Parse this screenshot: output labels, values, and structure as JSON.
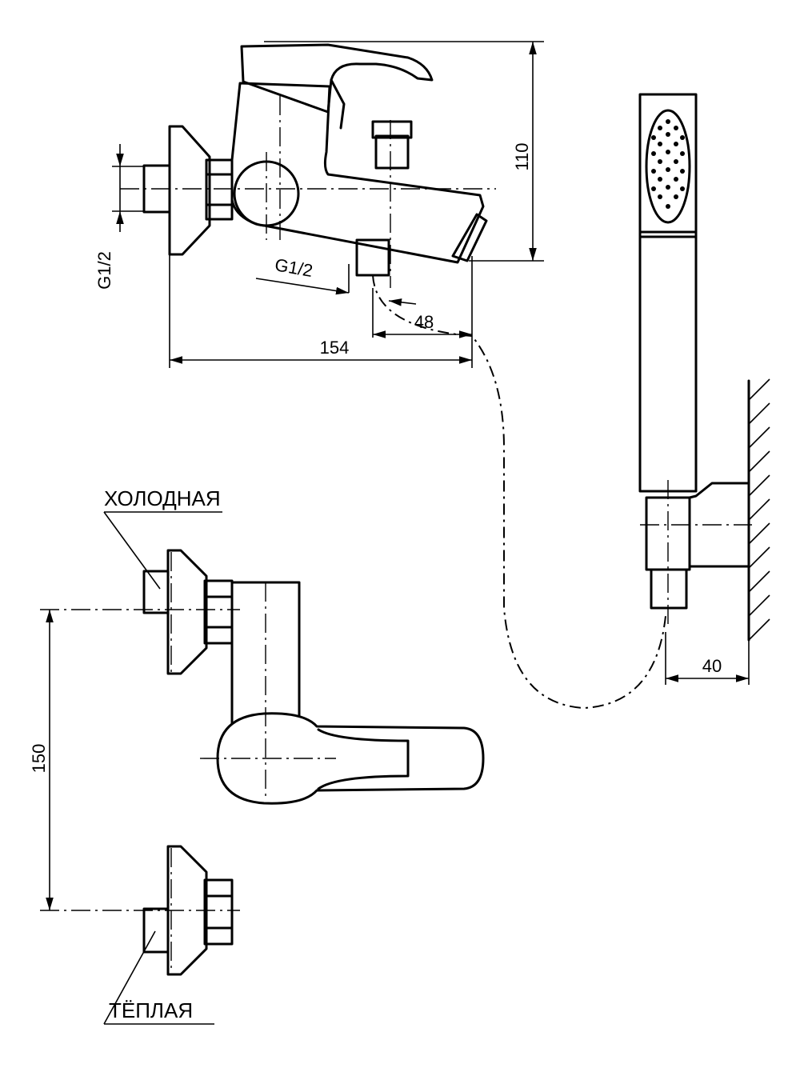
{
  "labels": {
    "cold": "ХОЛОДНАЯ",
    "warm": "ТЁПЛАЯ"
  },
  "dimensions": {
    "height": "110",
    "length": "154",
    "spout_offset": "48",
    "wall_offset": "40",
    "centers": "150",
    "thread_inlet": "G1/2",
    "thread_outlet": "G1/2"
  }
}
